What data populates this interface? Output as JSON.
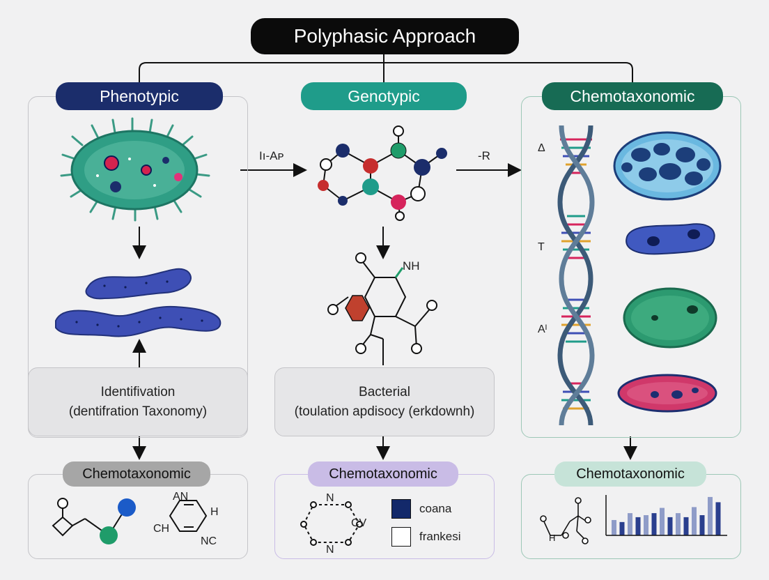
{
  "title": "Polyphasic Approach",
  "columns": {
    "phenotypic": {
      "label": "Phenotypic",
      "color": "#1b2d6b"
    },
    "genotypic": {
      "label": "Genotypic",
      "color": "#1f9c8a"
    },
    "chemotaxonomic": {
      "label": "Chemotaxonomic",
      "color": "#176b54"
    }
  },
  "arrows": {
    "left_label": "Iı-Aᴘ",
    "right_label": "-R"
  },
  "dna_labels": [
    "Δ",
    "T",
    "Aᴵ"
  ],
  "genotypic_molecule": {
    "nh_label": "NH"
  },
  "boxes": {
    "left": {
      "line1": "Identifivation",
      "line2": "(dentifration Taxonomy)"
    },
    "middle": {
      "line1": "Bacterial",
      "line2": "(toulation apdisocy (erkdownh)"
    }
  },
  "bottom_tags": [
    {
      "label": "Chemotaxonomic",
      "color": "#a6a6a6"
    },
    {
      "label": "Chemotaxonomic",
      "color": "#c9bce6"
    },
    {
      "label": "Chemotaxonomic",
      "color": "#c6e3d8"
    }
  ],
  "bottom_left": {
    "an": "AN",
    "h": "H",
    "ch": "CH",
    "nc": "NC"
  },
  "bottom_middle": {
    "n_top": "N",
    "n_bottom": "N",
    "cv": "CV",
    "legend": [
      {
        "label": "coana",
        "color": "#13296a"
      },
      {
        "label": "frankesi",
        "color": "#ffffff"
      }
    ]
  },
  "bottom_right_bars": [
    0.38,
    0.33,
    0.55,
    0.45,
    0.5,
    0.55,
    0.68,
    0.45,
    0.55,
    0.45,
    0.7,
    0.5,
    0.95,
    0.82
  ]
}
